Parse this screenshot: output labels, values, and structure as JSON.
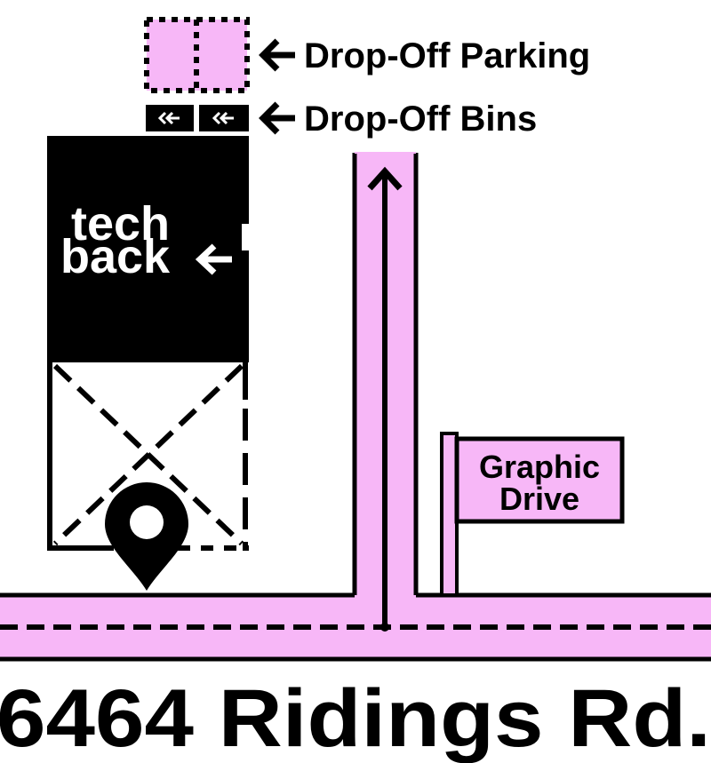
{
  "colors": {
    "pink": "#f7b7f7",
    "ink": "#000000",
    "paper": "#ffffff"
  },
  "legend": {
    "parking_label": "Drop-Off Parking",
    "bins_label": "Drop-Off Bins",
    "arrow_icon": "arrow-left-icon",
    "bin_icon": "double-chevron-left-icon"
  },
  "building": {
    "logo_line1": "tech",
    "logo_line2": "back",
    "logo_arrow_icon": "arrow-left-icon"
  },
  "street_sign": {
    "line1": "Graphic",
    "line2": "Drive"
  },
  "address": "6464 Ridings Rd."
}
